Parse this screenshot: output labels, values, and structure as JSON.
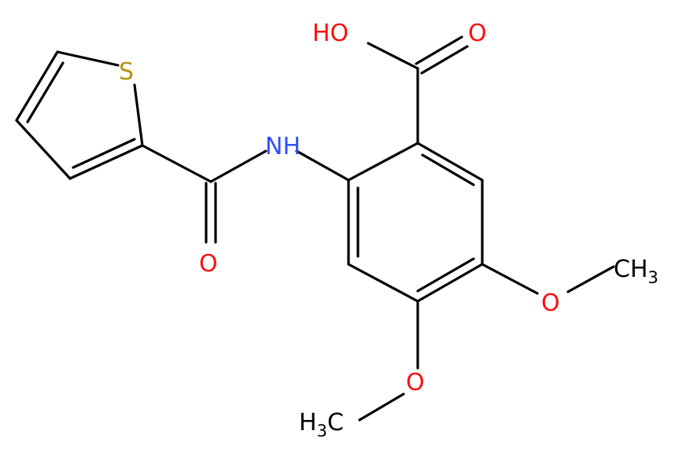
{
  "colors": {
    "bond": "#000000",
    "oxygen": "#ff0d0d",
    "nitrogen": "#3050f8",
    "sulfur": "#b1950c",
    "carbon_label": "#000000"
  },
  "atoms": {
    "hydroxyl": "HO",
    "carbonyl_oxygen_acid": "O",
    "amide_nh": "NH",
    "amide_oxygen": "O",
    "thiophene_sulfur": "S",
    "methoxy_oxygen_right": "O",
    "methoxy_oxygen_bottom": "O",
    "methyl_right_main": "CH",
    "methyl_right_sub": "3",
    "methyl_bottom_main": "H",
    "methyl_bottom_sub": "3",
    "methyl_bottom_tail": "C"
  }
}
